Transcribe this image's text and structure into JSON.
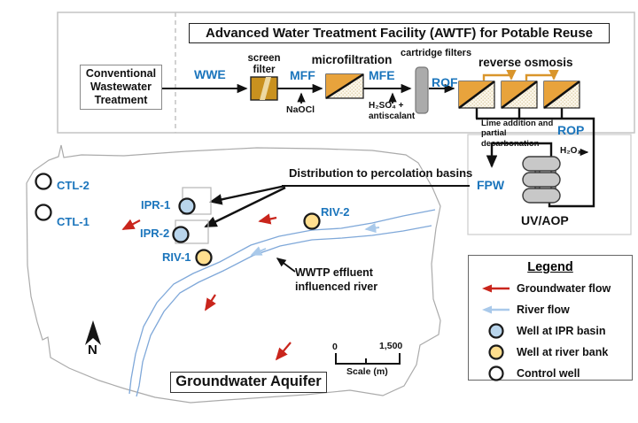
{
  "colors": {
    "accent_blue": "#1B75BC",
    "process_orange": "#E8A33C",
    "orange_light": "#F6E3B9",
    "filter_brown": "#C9911F",
    "red_arrow": "#C9251C",
    "river_blue": "#7FA8D9",
    "river_arrow_blue": "#A9C9EA",
    "well_ipr_fill": "#B9D5EC",
    "well_river_fill": "#FFDE8E",
    "equipment_gray": "#B5B5B5"
  },
  "awtf": {
    "title": "Advanced Water Treatment Facility (AWTF) for Potable Reuse",
    "source": "Conventional Wastewater Treatment",
    "units": {
      "screen_filter": "screen filter",
      "microfiltration": "microfiltration",
      "cartridge_filters": "cartridge filters",
      "reverse_osmosis": "reverse osmosis",
      "uv_aop": "UV/AOP"
    },
    "streams": {
      "wwe": "WWE",
      "mff": "MFF",
      "mfe": "MFE",
      "rof": "ROF",
      "rop": "ROP",
      "fpw": "FPW"
    },
    "chemicals": {
      "naocl": "NaOCl",
      "h2so4": "H₂SO₄ + antiscalant",
      "h2o2": "H₂O₂",
      "lime": "Lime addition and partial decarbonation"
    }
  },
  "map": {
    "distribution_label": "Distribution to percolation basins",
    "river_label": "WWTP effluent influenced river",
    "aquifer_label": "Groundwater Aquifer",
    "compass_label": "N",
    "scale": {
      "start": "0",
      "end": "1,500",
      "caption": "Scale (m)"
    },
    "wells": [
      {
        "id": "CTL-2",
        "type": "control well"
      },
      {
        "id": "CTL-1",
        "type": "control well"
      },
      {
        "id": "IPR-1",
        "type": "well at IPR basin"
      },
      {
        "id": "IPR-2",
        "type": "well at IPR basin"
      },
      {
        "id": "RIV-1",
        "type": "well at river bank"
      },
      {
        "id": "RIV-2",
        "type": "well at river bank"
      }
    ]
  },
  "legend": {
    "title": "Legend",
    "items": [
      {
        "symbol": "groundwater-flow-arrow",
        "label": "Groundwater flow"
      },
      {
        "symbol": "river-flow-arrow",
        "label": "River flow"
      },
      {
        "symbol": "ipr-basin-well",
        "label": "Well at IPR basin"
      },
      {
        "symbol": "river-bank-well",
        "label": "Well at river bank"
      },
      {
        "symbol": "control-well",
        "label": "Control well"
      }
    ]
  }
}
